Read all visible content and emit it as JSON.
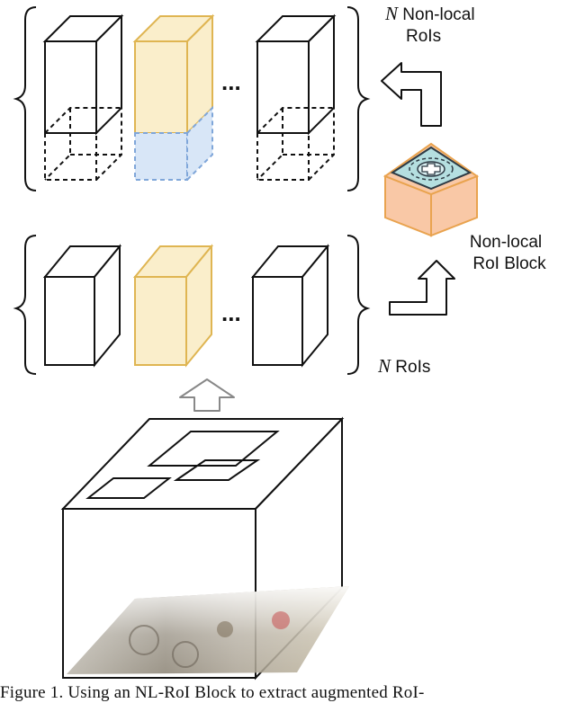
{
  "labels": {
    "n_variable": "N",
    "nonlocal_rois_line1": "Non-local",
    "nonlocal_rois_line2": "RoIs",
    "nonlocal_block_line1": "Non-local",
    "nonlocal_block_line2": "RoI Block",
    "rois": "RoIs",
    "ellipsis": "..."
  },
  "caption": "Figure 1. Using an NL-RoI Block to extract augmented RoI-",
  "colors": {
    "stroke": "#111111",
    "roi_yellow_fill": "#faeecb",
    "roi_yellow_stroke": "#dfb552",
    "roi_blue_fill": "#d8e6f7",
    "roi_blue_stroke": "#7fa6d9",
    "block_fill": "#f9c8a6",
    "block_stroke": "#e9a34f",
    "block_top": "#b5dfe0",
    "block_top_stroke": "#2e3b45",
    "arrow_gray": "#888888"
  },
  "icons": {
    "image_region": "photo-texture-placeholder"
  }
}
